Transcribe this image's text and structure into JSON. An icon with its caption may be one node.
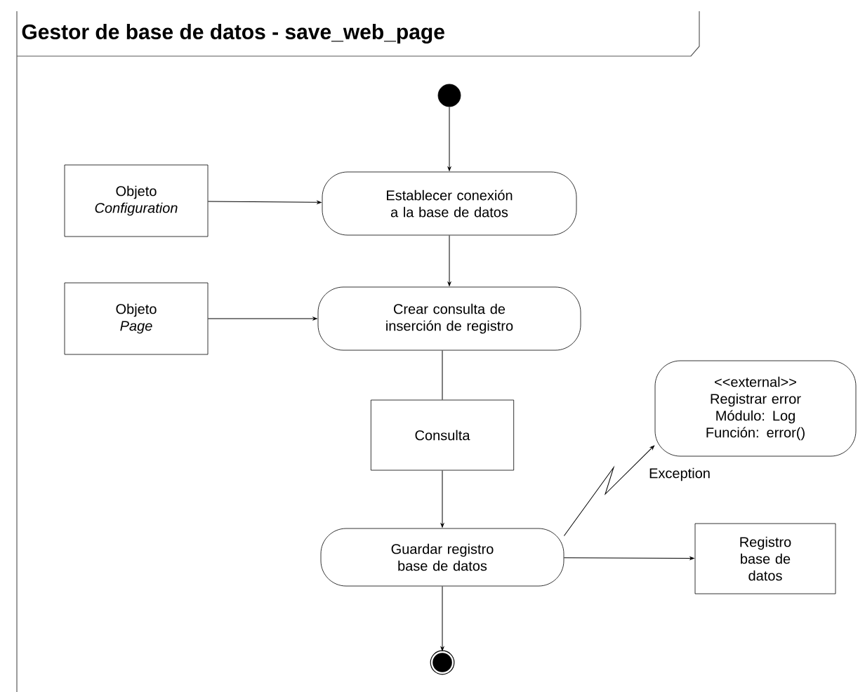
{
  "diagram": {
    "title": "Gestor de base de datos - save_web_page",
    "nodes": [
      {
        "text": [],
        "shape": "circle"
      },
      {
        "text": [
          "Objeto",
          "Configuration"
        ]
      },
      {
        "text": [
          "Establecer conexión a la base de datos"
        ]
      },
      {
        "text": [
          "Objeto",
          "Page"
        ]
      },
      {
        "text": [
          "Crear consulta de inserción de registro"
        ]
      },
      {
        "text": [
          "Consulta"
        ]
      },
      {
        "text": [
          "<<external>>",
          "Registrar error",
          "Módulo: Log",
          "Función: error()"
        ]
      },
      {
        "text": [
          "Guardar registro base de datos"
        ]
      },
      {
        "text": [
          "Registro base de datos"
        ]
      },
      {
        "text": [],
        "shape": "circle"
      }
    ],
    "edges": [
      {
        "from": 0,
        "to": 2,
        "arrow": "to"
      },
      {
        "from": 1,
        "to": 2,
        "arrow": "to"
      },
      {
        "from": 2,
        "to": 4,
        "arrow": "to"
      },
      {
        "from": 3,
        "to": 4,
        "arrow": "to"
      },
      {
        "from": 4,
        "to": 5,
        "arrow": "none"
      },
      {
        "from": 5,
        "to": 7,
        "arrow": "to"
      },
      {
        "from": 7,
        "to": 6,
        "arrow": "to",
        "label": "Exception"
      },
      {
        "from": 7,
        "to": 8,
        "arrow": "to"
      },
      {
        "from": 7,
        "to": 9,
        "arrow": "to"
      }
    ]
  }
}
